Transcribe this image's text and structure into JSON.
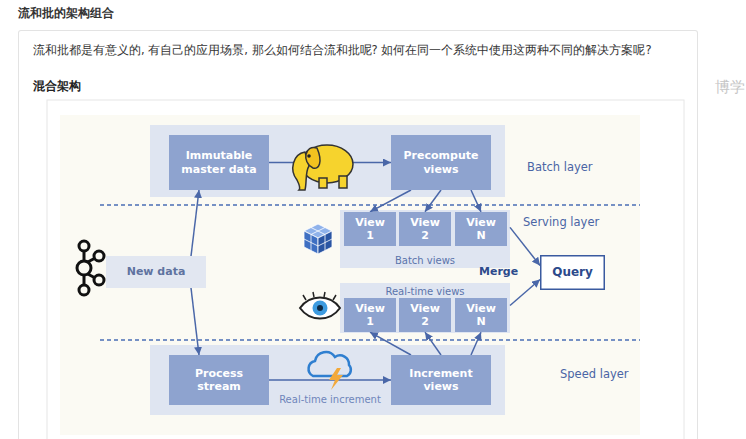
{
  "diagram": {
    "title": "流和批的架构组合",
    "nodes": [
      {
        "text": [
          "流和批都是有意义的, 有自己的应用场景, 那么如何结合流和批呢? 如何在同一个系统中使用这两种不同的解决方案呢?",
          "混合架构"
        ]
      },
      {
        "text": [
          "Batch layer"
        ],
        "in": 0
      },
      {
        "text": [
          "Immutable master data"
        ],
        "in": 1
      },
      {
        "text": [
          "Precompute views"
        ],
        "in": 1
      },
      {
        "text": [
          "New data"
        ],
        "in": 0
      },
      {
        "text": [
          "Batch views"
        ],
        "in": 0
      },
      {
        "text": [
          "View 1"
        ],
        "in": 5
      },
      {
        "text": [
          "View 2"
        ],
        "in": 5
      },
      {
        "text": [
          "View N"
        ],
        "in": 5
      },
      {
        "text": [
          "Query"
        ],
        "in": 0
      },
      {
        "text": [
          "Real-time views"
        ],
        "in": 0
      },
      {
        "text": [
          "View 1"
        ],
        "in": 10
      },
      {
        "text": [
          "View 2"
        ],
        "in": 10
      },
      {
        "text": [
          "View N"
        ],
        "in": 10
      },
      {
        "text": [
          "Speed layer"
        ],
        "in": 0
      },
      {
        "text": [
          "Process stream"
        ],
        "in": 14
      },
      {
        "text": [
          "Increment views"
        ],
        "in": 14
      }
    ],
    "edges": [
      {
        "from": 4,
        "to": 2,
        "arrow": "to"
      },
      {
        "from": 4,
        "to": 15,
        "arrow": "to"
      },
      {
        "from": 2,
        "to": 3,
        "arrow": "to"
      },
      {
        "from": 3,
        "to": 6,
        "arrow": "to"
      },
      {
        "from": 3,
        "to": 7,
        "arrow": "to"
      },
      {
        "from": 3,
        "to": 8,
        "arrow": "to"
      },
      {
        "from": 16,
        "to": 11,
        "arrow": "to"
      },
      {
        "from": 16,
        "to": 12,
        "arrow": "to"
      },
      {
        "from": 16,
        "to": 13,
        "arrow": "to"
      },
      {
        "from": 15,
        "to": 16,
        "label": "Real-time increment",
        "arrow": "to"
      },
      {
        "from": 5,
        "to": 9,
        "arrow": "to"
      },
      {
        "from": 10,
        "to": 9,
        "arrow": "to"
      }
    ],
    "labels": [
      "Serving layer",
      "Merge",
      "博学"
    ]
  }
}
